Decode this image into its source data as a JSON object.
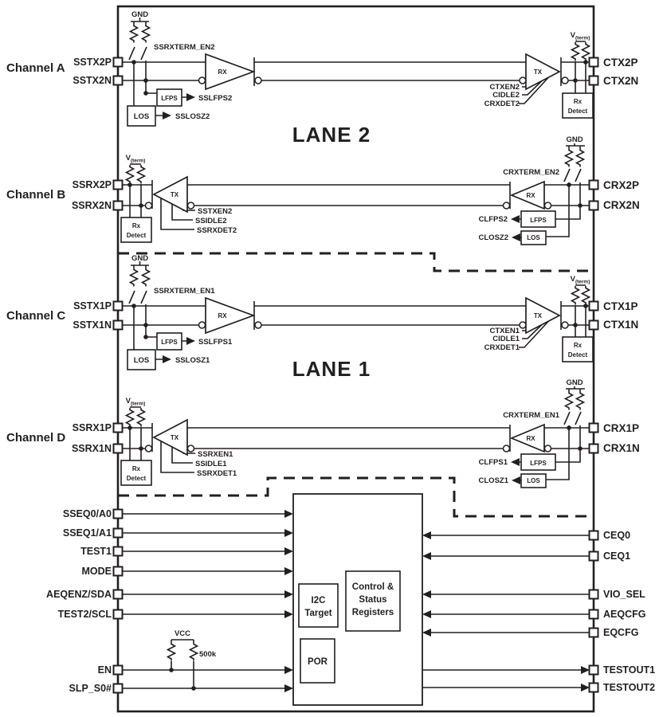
{
  "sym": {
    "gnd": "GND",
    "v": "V",
    "vterm_sub": "(term)",
    "rx": "RX",
    "tx": "TX",
    "lfps": "LFPS",
    "los": "LOS",
    "rxdet_l1": "Rx",
    "rxdet_l2": "Detect"
  },
  "lanes": {
    "lane2": "LANE 2",
    "lane1": "LANE 1"
  },
  "channels": [
    {
      "label": "Channel A",
      "pin_p": "SSTX2P",
      "pin_n": "SSTX2N",
      "pin_out_p": "CTX2P",
      "pin_out_n": "CTX2N",
      "term_en": "SSRXTERM_EN2",
      "lfps_sig": "SSLFPS2",
      "los_sig": "SSLOSZ2",
      "ctrl": [
        "CTXEN2",
        "CIDLE2",
        "CRXDET2"
      ]
    },
    {
      "label": "Channel B",
      "pin_p": "SSRX2P",
      "pin_n": "SSRX2N",
      "pin_out_p": "CRX2P",
      "pin_out_n": "CRX2N",
      "term_en": "CRXTERM_EN2",
      "lfps_sig": "CLFPS2",
      "los_sig": "CLOSZ2",
      "ctrl": [
        "SSTXEN2",
        "SSIDLE2",
        "SSRXDET2"
      ]
    },
    {
      "label": "Channel C",
      "pin_p": "SSTX1P",
      "pin_n": "SSTX1N",
      "pin_out_p": "CTX1P",
      "pin_out_n": "CTX1N",
      "term_en": "SSRXTERM_EN1",
      "lfps_sig": "SSLFPS1",
      "los_sig": "SSLOSZ1",
      "ctrl": [
        "CTXEN1",
        "CIDLE1",
        "CRXDET1"
      ]
    },
    {
      "label": "Channel D",
      "pin_p": "SSRX1P",
      "pin_n": "SSRX1N",
      "pin_out_p": "CRX1P",
      "pin_out_n": "CRX1N",
      "term_en": "CRXTERM_EN1",
      "lfps_sig": "CLFPS1",
      "los_sig": "CLOSZ1",
      "ctrl": [
        "SSRXEN1",
        "SSIDLE1",
        "SSRXDET1"
      ]
    }
  ],
  "control": {
    "left_pins": [
      "SSEQ0/A0",
      "SSEQ1/A1",
      "TEST1",
      "MODE",
      "AEQENZ/SDA",
      "TEST2/SCL"
    ],
    "power_pins": [
      "EN",
      "SLP_S0#"
    ],
    "right_pins": [
      "CEQ0",
      "CEQ1",
      "VIO_SEL",
      "AEQCFG",
      "EQCFG"
    ],
    "out_pins": [
      "TESTOUT1",
      "TESTOUT2"
    ],
    "i2c": [
      "I2C",
      "Target"
    ],
    "csr": [
      "Control &",
      "Status",
      "Registers"
    ],
    "por": "POR",
    "vcc": "VCC",
    "pullup": "500k"
  },
  "colors": {
    "ink": "#231f20",
    "background": "#ffffff"
  }
}
